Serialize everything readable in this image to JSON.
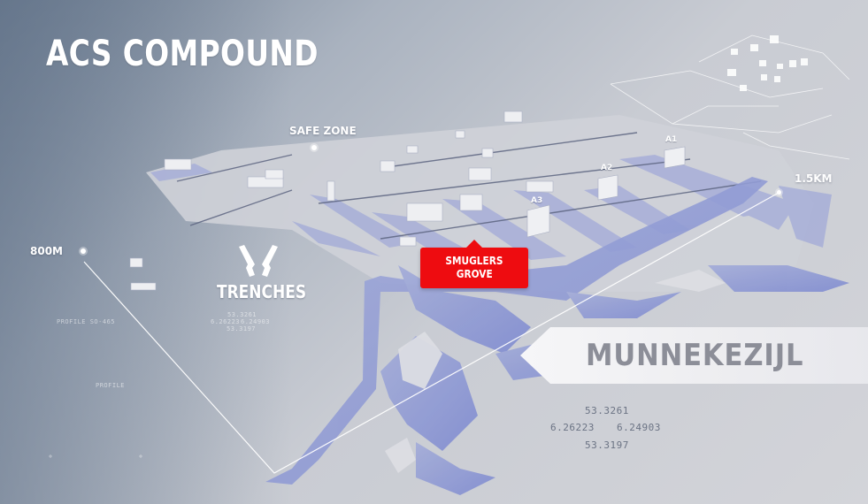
{
  "map": {
    "title": "ACS COMPOUND",
    "markers": {
      "safe_zone": "SAFE ZONE",
      "trenches": "TRENCHES",
      "smugglers_line1": "SMUGLERS",
      "smugglers_line2": "GROVE",
      "location": "MUNNEKEZIJL"
    },
    "objectives": {
      "a1": "A1",
      "a2": "A2",
      "a3": "A3"
    },
    "distances": {
      "left": "800M",
      "right": "1.5KM"
    },
    "coordinates": {
      "c1": "53.3261",
      "c2": "6.26223",
      "c3": "6.24903",
      "c4": "53.3197"
    },
    "profile_texts": {
      "p1": "PROFILE   SO-465",
      "p2": "PROFILE"
    },
    "trench_coords": {
      "t1": "53.3261",
      "t2": "6.26223",
      "t3": "6.24903",
      "t4": "53.3197"
    },
    "icons": {
      "trenches": "crossed-pistols-icon",
      "safe_zone": "dot-marker-icon"
    },
    "colors": {
      "accent_red": "#ee0c10",
      "water": "#8f9ad6",
      "ground": "#d6d7dd"
    }
  }
}
